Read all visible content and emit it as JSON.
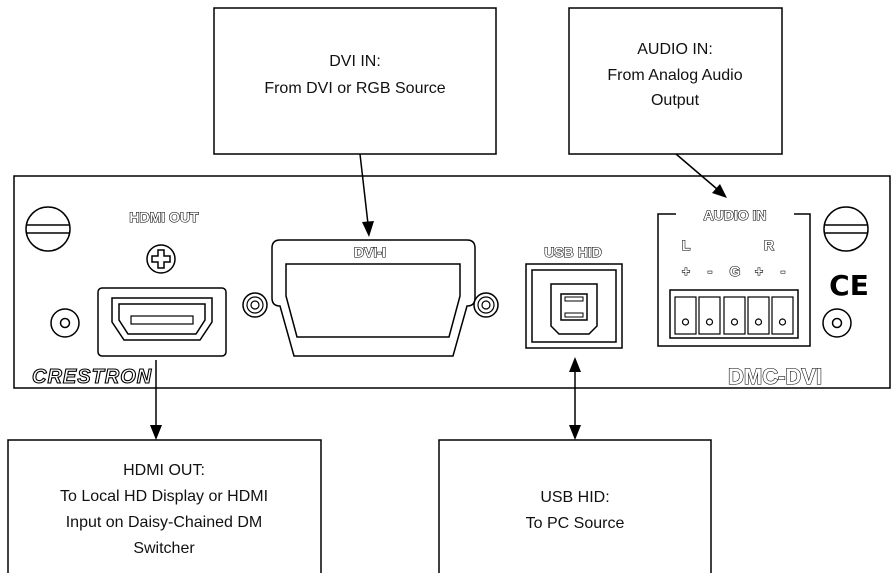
{
  "callouts": {
    "dvi_in": {
      "lines": [
        "DVI IN:",
        "From DVI or RGB Source"
      ]
    },
    "audio_in": {
      "lines": [
        "AUDIO IN:",
        "From Analog Audio",
        "Output"
      ]
    },
    "hdmi_out": {
      "lines": [
        "HDMI OUT:",
        "To Local HD Display or HDMI",
        "Input on Daisy-Chained DM",
        "Switcher"
      ]
    },
    "usb_hid": {
      "lines": [
        "USB HID:",
        "To PC Source"
      ]
    }
  },
  "panel": {
    "hdmi_label": "HDMI OUT",
    "dvi_label": "DVI-I",
    "usb_label": "USB HID",
    "audio_label": "AUDIO IN",
    "audio_l": "L",
    "audio_r": "R",
    "audio_pins": [
      "+",
      "-",
      "G",
      "+",
      "-"
    ],
    "ce_mark": "CE",
    "brand": "CRESTRON",
    "model": "DMC-DVI"
  }
}
